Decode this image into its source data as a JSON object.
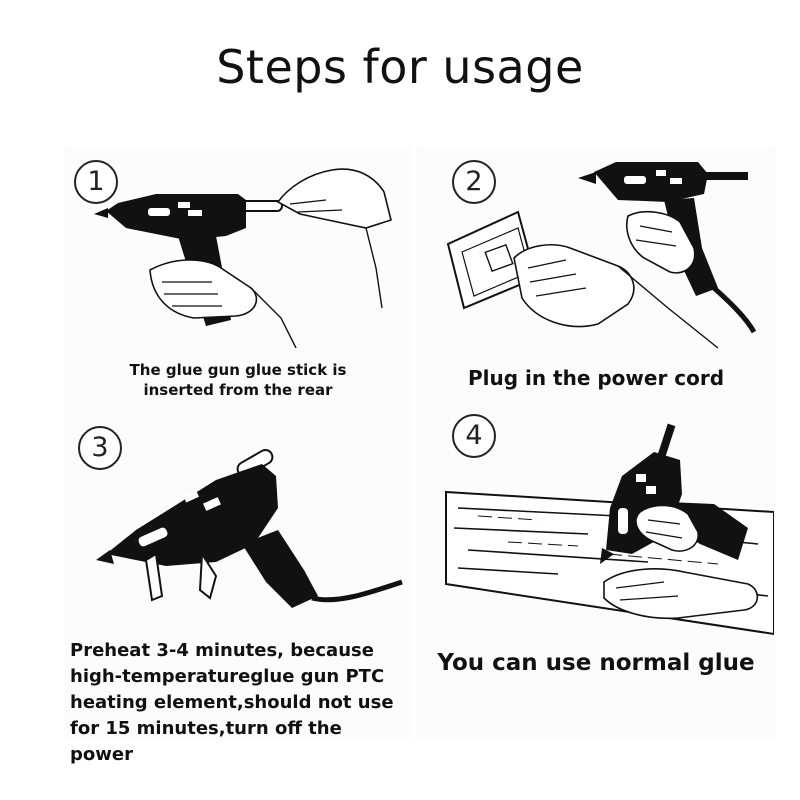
{
  "title": "Steps for usage",
  "steps": [
    {
      "number": "1",
      "caption_lines": [
        "The glue gun glue stick is",
        "inserted from the rear"
      ],
      "icon": "glue-gun-insert-stick-illustration"
    },
    {
      "number": "2",
      "caption_lines": [
        "Plug in the power cord"
      ],
      "icon": "plug-power-cord-illustration"
    },
    {
      "number": "3",
      "caption_lines": [
        "Preheat 3-4 minutes, because",
        "high-temperatureglue gun PTC",
        "heating element,should not use",
        "for 15 minutes,turn off the power"
      ],
      "icon": "preheat-glue-gun-illustration"
    },
    {
      "number": "4",
      "caption_lines": [
        "You can use normal glue"
      ],
      "icon": "apply-glue-wood-illustration"
    }
  ]
}
